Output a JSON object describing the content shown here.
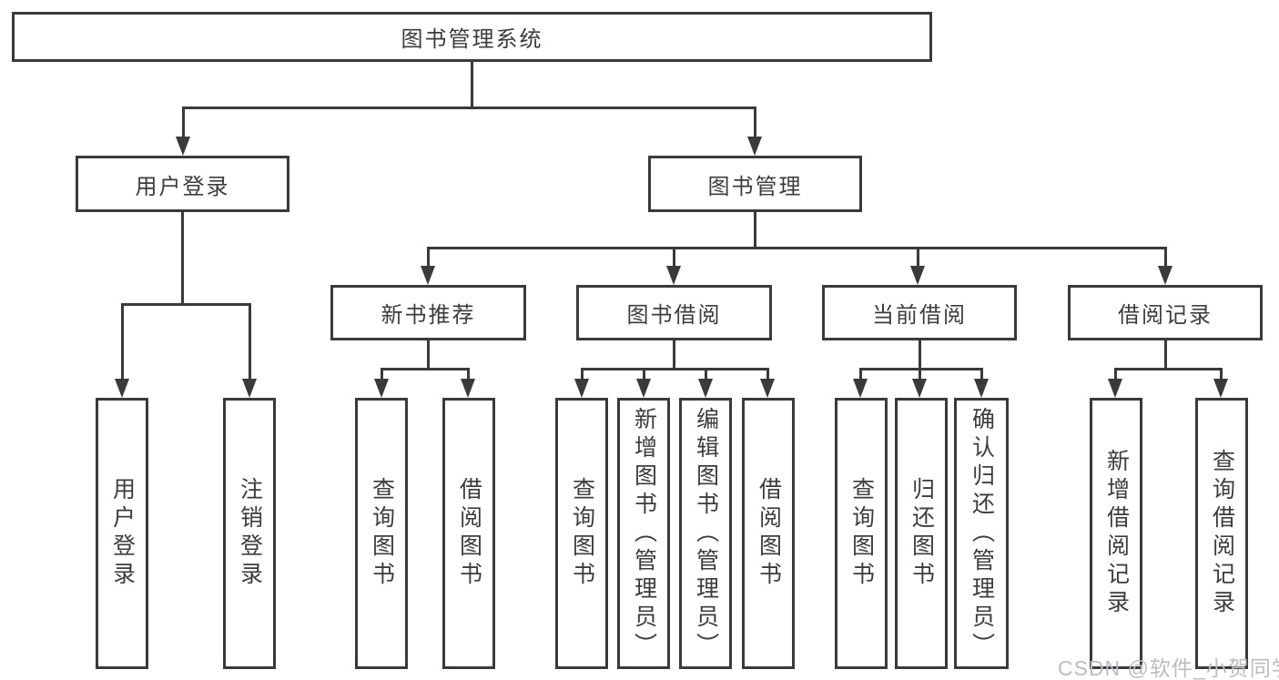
{
  "diagram": {
    "title_node": {
      "label": "图书管理系统"
    },
    "level2": [
      {
        "label": "用户登录"
      },
      {
        "label": "图书管理"
      }
    ],
    "level3": [
      {
        "label": "新书推荐"
      },
      {
        "label": "图书借阅"
      },
      {
        "label": "当前借阅"
      },
      {
        "label": "借阅记录"
      }
    ],
    "leaves": [
      {
        "label": "用户登录",
        "parent": "用户登录"
      },
      {
        "label": "注销登录",
        "parent": "用户登录"
      },
      {
        "label": "查询图书",
        "parent": "新书推荐"
      },
      {
        "label": "借阅图书",
        "parent": "新书推荐"
      },
      {
        "label": "查询图书",
        "parent": "图书借阅"
      },
      {
        "label": "新增图书（管理员）",
        "parent": "图书借阅"
      },
      {
        "label": "编辑图书（管理员）",
        "parent": "图书借阅"
      },
      {
        "label": "借阅图书",
        "parent": "图书借阅"
      },
      {
        "label": "查询图书",
        "parent": "当前借阅"
      },
      {
        "label": "归还图书",
        "parent": "当前借阅"
      },
      {
        "label": "确认归还（管理员）",
        "parent": "当前借阅"
      },
      {
        "label": "新增借阅记录",
        "parent": "借阅记录"
      },
      {
        "label": "查询借阅记录",
        "parent": "借阅记录"
      }
    ]
  },
  "watermark": {
    "text": "CSDN @软件_小贺同学"
  },
  "colors": {
    "line": "#3a3a3a",
    "text": "#3c3c3c",
    "background": "#ffffff",
    "watermark": "#b9bdc1"
  }
}
